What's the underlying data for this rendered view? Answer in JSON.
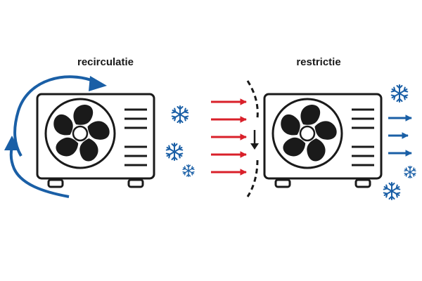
{
  "panels": {
    "left": {
      "label": "recirculatie"
    },
    "right": {
      "label": "restrictie"
    }
  },
  "colors": {
    "outline": "#1a1a1a",
    "blue_arrow": "#1a5fa6",
    "red_arrow": "#d9202a",
    "snowflake": "#1a5fa6"
  },
  "icons": [
    "heat-pump-unit",
    "fan-icon",
    "snowflake-icon",
    "arrow-icon",
    "barrier-line"
  ]
}
